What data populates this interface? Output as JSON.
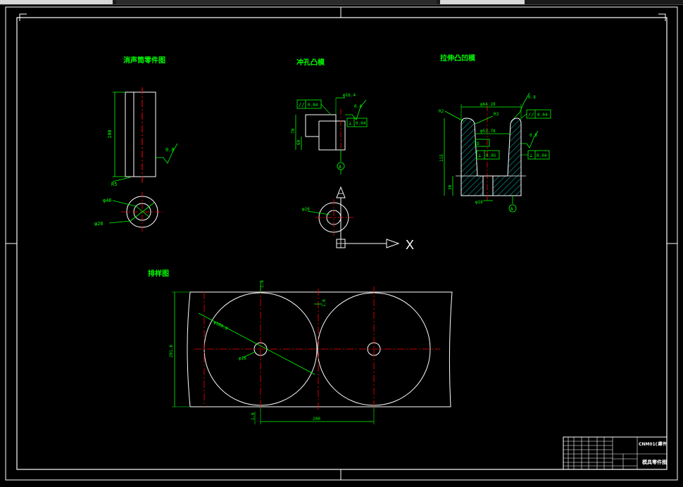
{
  "titles": {
    "part_drawing": "消声筒零件图",
    "punch": "冲孔凸模",
    "die": "拉伸凸凹模",
    "layout": "排样图"
  },
  "dims": {
    "height_100": "100",
    "r05": "R5",
    "ra08": "0.8",
    "phi_outer": "φ46",
    "phi_inner": "φ26",
    "punch_phi": "φ16.4",
    "punch_flat": "0.04",
    "punch_perp": "0.04",
    "punch_ra": "0.4",
    "punch_h70": "70",
    "punch_h60": "60",
    "punch_bottom_phi": "φ26",
    "die_top": "φ64.28",
    "die_r1": "R2",
    "die_r2": "R3",
    "die_par": "0.04",
    "die_inner": "φ53.78",
    "die_perp1": "0.05",
    "die_perp2": "0.04",
    "die_ra1": "0.8",
    "die_ra2": "0.8",
    "die_h115": "115",
    "die_h30": "30",
    "die_bottom": "φ16",
    "layout_gap1": "1.8",
    "layout_gap2": "1.6",
    "layout_dia": "φ188.8",
    "layout_phi_small": "φ16",
    "layout_width": "201.6",
    "layout_pitch": "200",
    "layout_edge": "1.6"
  },
  "ucs": {
    "x_label": "X"
  },
  "title_block": {
    "code": "CNM01(1)",
    "sheet": "零件",
    "name": "模具零件图"
  },
  "colors": {
    "background": "#000000",
    "outline": "#ffffff",
    "dimension": "#00ff00",
    "centerline": "#ff0000",
    "hatch": "#00ffff"
  }
}
